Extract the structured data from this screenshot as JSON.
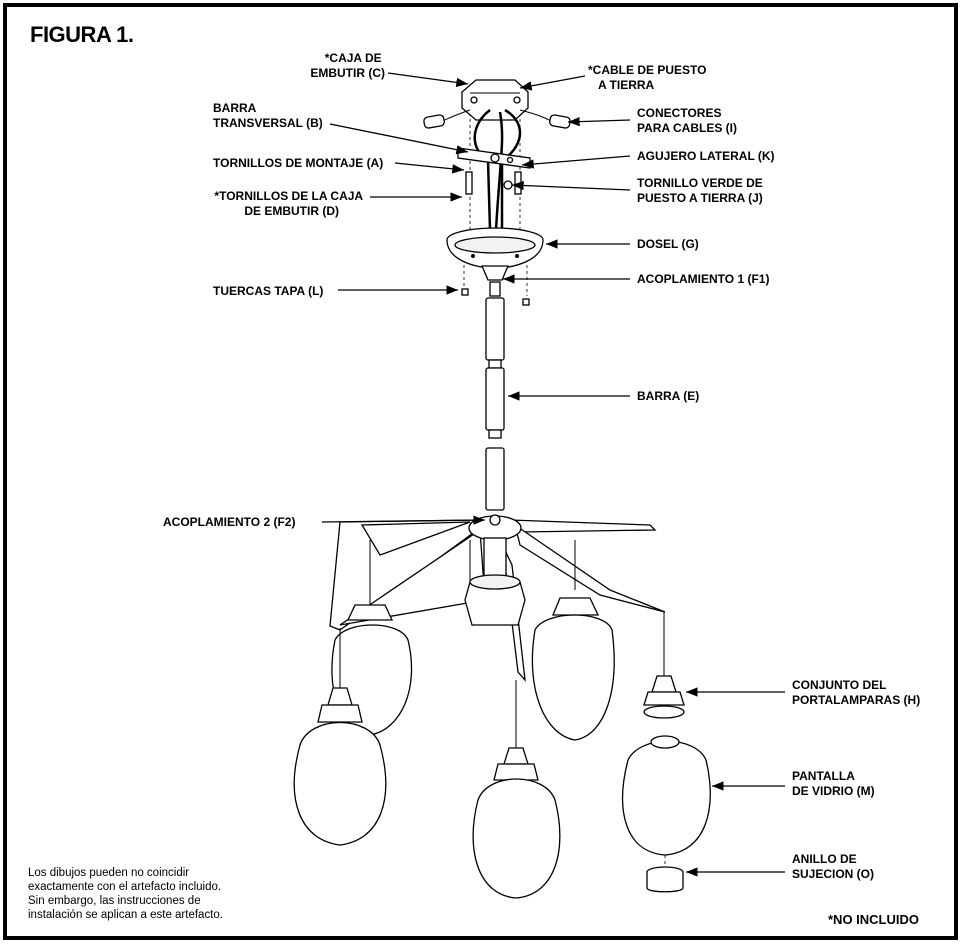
{
  "figure_title": "FIGURA 1.",
  "labels": {
    "caja_embutir": [
      "*CAJA DE",
      "EMBUTIR (C)"
    ],
    "cable_tierra": [
      "*CABLE DE PUESTO",
      "A TIERRA"
    ],
    "barra_transversal": [
      "BARRA",
      "TRANSVERSAL (B)"
    ],
    "conectores": [
      "CONECTORES",
      "PARA CABLES (I)"
    ],
    "tornillos_montaje": [
      "TORNILLOS DE MONTAJE (A)"
    ],
    "agujero_lateral": [
      "AGUJERO LATERAL (K)"
    ],
    "tornillos_caja": [
      "*TORNILLOS DE LA CAJA",
      "DE EMBUTIR (D)"
    ],
    "tornillo_verde": [
      "TORNILLO VERDE DE",
      "PUESTO A TIERRA (J)"
    ],
    "dosel": [
      "DOSEL (G)"
    ],
    "acoplamiento1": [
      "ACOPLAMIENTO 1 (F1)"
    ],
    "tuercas_tapa": [
      "TUERCAS TAPA (L)"
    ],
    "barra": [
      "BARRA (E)"
    ],
    "acoplamiento2": [
      "ACOPLAMIENTO 2 (F2)"
    ],
    "portalamparas": [
      "CONJUNTO DEL",
      "PORTALAMPARAS (H)"
    ],
    "pantalla": [
      "PANTALLA",
      "DE VIDRIO (M)"
    ],
    "anillo": [
      "ANILLO DE",
      "SUJECION (O)"
    ]
  },
  "note": [
    "Los dibujos pueden no coincidir",
    "exactamente con el artefacto incluido.",
    "Sin embargo, las instrucciones de",
    "instalación se aplican a este artefacto."
  ],
  "not_included": "*NO INCLUIDO"
}
